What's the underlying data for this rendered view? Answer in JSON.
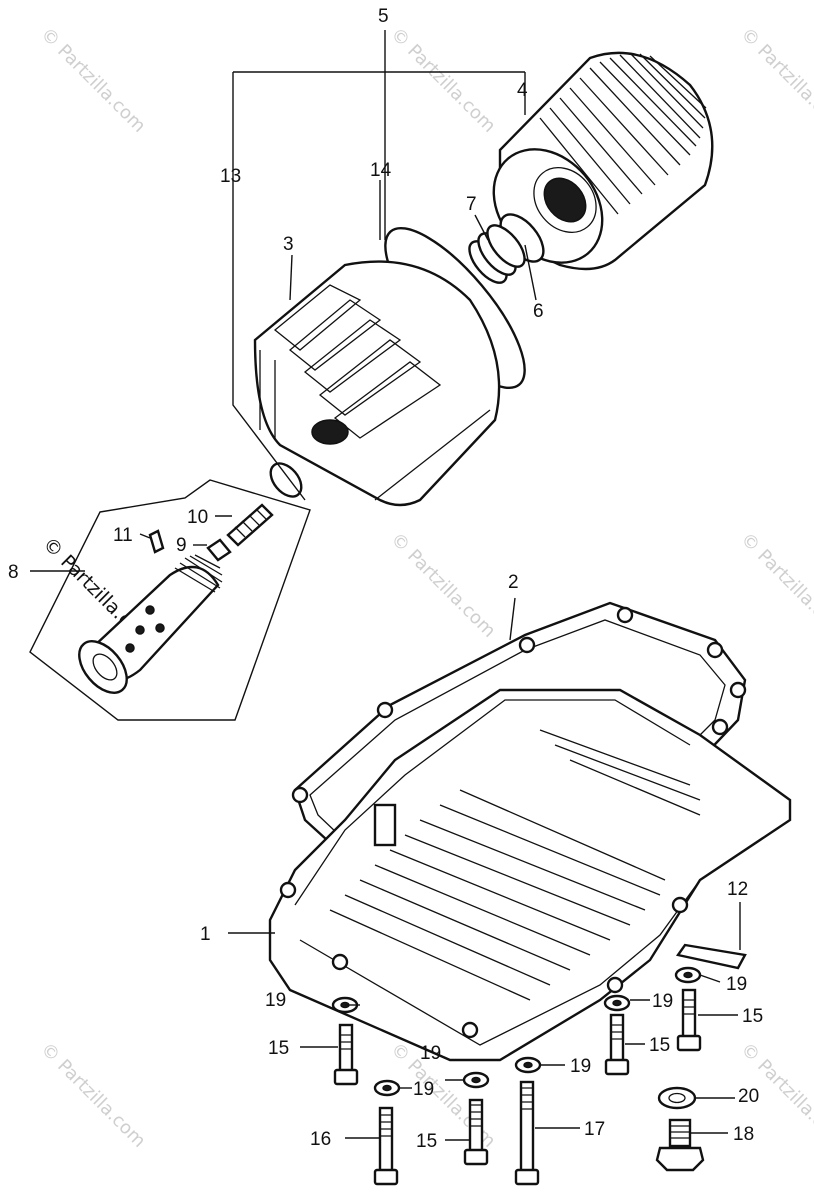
{
  "watermark": {
    "text": "© Partzilla.com",
    "copies": [
      1,
      2,
      3,
      4,
      5,
      6,
      7,
      8,
      9
    ]
  },
  "callouts": [
    "1",
    "2",
    "3",
    "4",
    "5",
    "6",
    "7",
    "8",
    "9",
    "10",
    "11",
    "12",
    "13",
    "14",
    "15",
    "16",
    "17",
    "18",
    "19",
    "20"
  ],
  "labels": {
    "l1": "1",
    "l2": "2",
    "l3": "3",
    "l4": "4",
    "l5": "5",
    "l6": "6",
    "l7": "7",
    "l8": "8",
    "l9": "9",
    "l10": "10",
    "l11": "11",
    "l12": "12",
    "l13": "13",
    "l14": "14",
    "l15a": "15",
    "l15b": "15",
    "l15c": "15",
    "l15d": "15",
    "l16": "16",
    "l17": "17",
    "l18": "18",
    "l19a": "19",
    "l19b": "19",
    "l19c": "19",
    "l19d": "19",
    "l19e": "19",
    "l19f": "19",
    "l20": "20"
  },
  "colors": {
    "ink": "#111111",
    "watermark": "#cfcfcf",
    "background": "#ffffff"
  }
}
